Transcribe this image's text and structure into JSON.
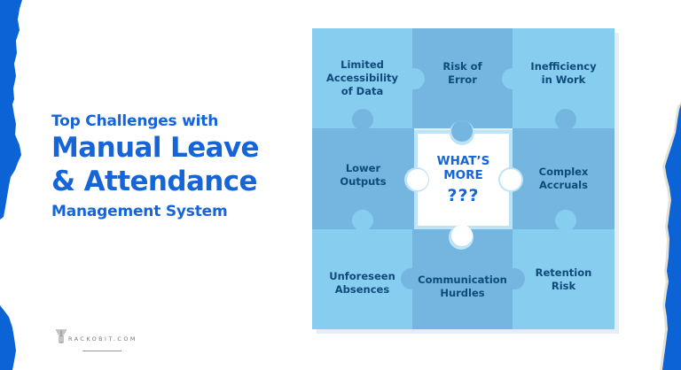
{
  "title": {
    "line1": "Top Challenges with",
    "line2": "Manual Leave",
    "line3": "& Attendance",
    "line4": "Management System"
  },
  "logo": {
    "text": "RACKOBIT.COM",
    "icon": "trackobit-logo-icon"
  },
  "puzzle": {
    "tiles": [
      {
        "l1": "Limited",
        "l2": "Accessibility",
        "l3": "of Data"
      },
      {
        "l1": "Risk of",
        "l2": "Error"
      },
      {
        "l1": "Inefficiency",
        "l2": "in Work"
      },
      {
        "l1": "Lower",
        "l2": "Outputs"
      },
      {
        "l1": "Complex",
        "l2": "Accruals"
      },
      {
        "l1": "Unforeseen",
        "l2": "Absences"
      },
      {
        "l1": "Communication",
        "l2": "Hurdles"
      },
      {
        "l1": "Retention",
        "l2": "Risk"
      }
    ],
    "center": {
      "l1": "WHAT’S",
      "l2": "MORE",
      "l3": "???"
    }
  },
  "colors": {
    "brand_blue": "#1565D8",
    "tile_light": "#86CDEF",
    "tile_dark": "#74B6E0",
    "tile_text": "#0E4A7A"
  }
}
